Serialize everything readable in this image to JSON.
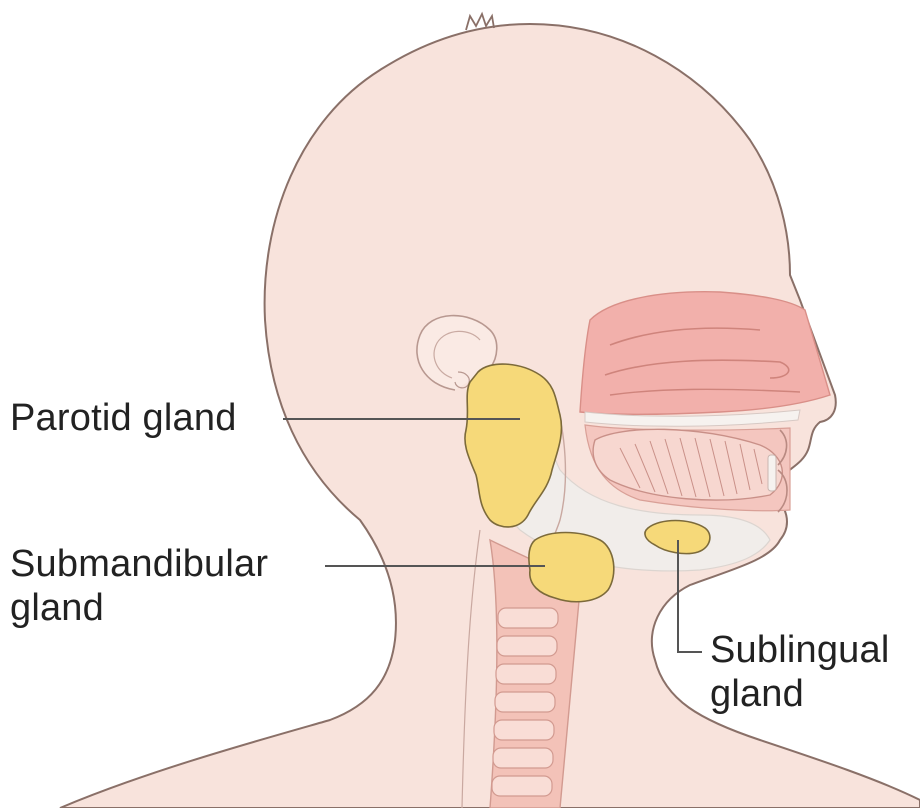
{
  "labels": {
    "parotid": {
      "text": "Parotid gland"
    },
    "submandibular": {
      "line1": "Submandibular",
      "line2": "gland"
    },
    "sublingual": {
      "line1": "Sublingual",
      "line2": "gland"
    }
  },
  "colors": {
    "skin": "#f8e3dc",
    "outline": "#8a7068",
    "nasal": "#f2b0ab",
    "gland": "#f6d979",
    "gland_outline": "#7c6a3a",
    "cartilage": "#f0f0ee",
    "trachea": "#f3c2b8",
    "leader": "#555555"
  }
}
